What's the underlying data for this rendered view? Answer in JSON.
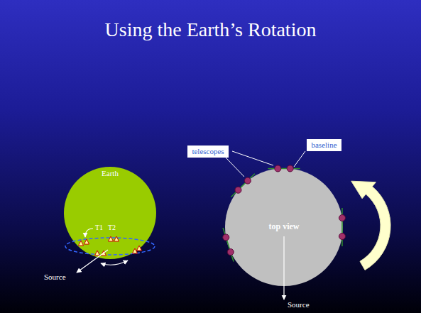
{
  "diagram": {
    "title": "Using the Earth’s Rotation",
    "nodes": [
      {
        "text": [
          "Earth"
        ]
      },
      {
        "text": [
          "top view"
        ]
      },
      {
        "text": [
          "telescopes"
        ]
      },
      {
        "text": [
          "baseline"
        ]
      }
    ],
    "labels": [
      "T1",
      "T2",
      "Source",
      "Source"
    ]
  }
}
